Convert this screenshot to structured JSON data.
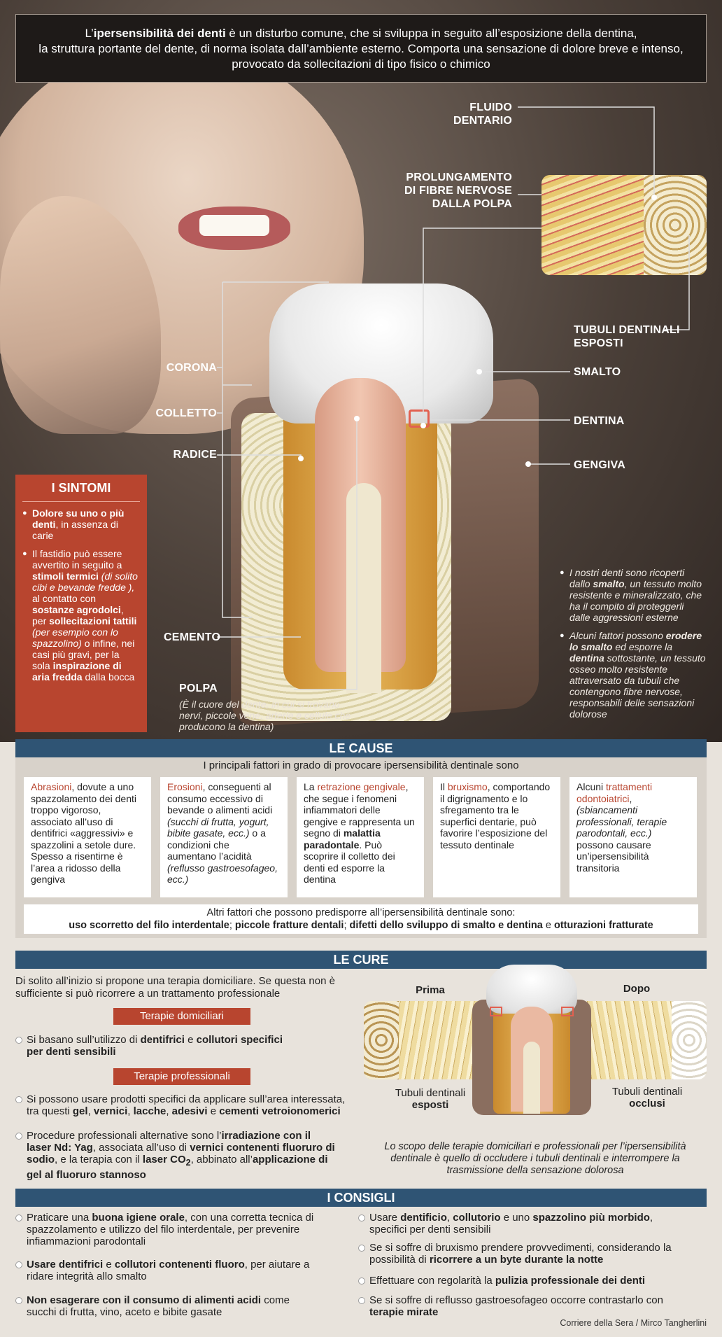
{
  "intro": {
    "l1_a": "L’",
    "l1_b": "ipersensibilità dei denti",
    "l1_c": " è un disturbo comune, che si sviluppa in seguito all’esposizione della dentina,",
    "l2": "la struttura portante del dente, di norma isolata dall’ambiente esterno. Comporta una sensazione di dolore breve e intenso,",
    "l3": "provocato da sollecitazioni di tipo fisico o chimico"
  },
  "labels": {
    "fluido_1": "FLUIDO",
    "fluido_2": "DENTARIO",
    "prolung_1": "PROLUNGAMENTO",
    "prolung_2": "DI FIBRE NERVOSE",
    "prolung_3": "DALLA POLPA",
    "tubuli_1": "TUBULI DENTINALI",
    "tubuli_2": "ESPOSTI",
    "smalto": "SMALTO",
    "dentina": "DENTINA",
    "gengiva": "GENGIVA",
    "corona": "CORONA",
    "colletto": "COLLETTO",
    "radice": "RADICE",
    "cemento": "CEMENTO",
    "polpa": "POLPA",
    "polpa_note": "(È il cuore del dente, in cui si trovano nervi, piccole vene, arterie e cellule che producono la dentina)"
  },
  "sintomi": {
    "title": "I SINTOMI",
    "p1_b": "Dolore su uno o più denti",
    "p1_t": ", in assenza di carie",
    "p2_a": "Il fastidio può essere avvertito in seguito a ",
    "p2_b": "stimoli termici",
    "p2_c": " (di solito cibi e bevande fredde ),",
    "p2_d": " al contatto con ",
    "p2_e": "sostanze agrodolci",
    "p2_f": ", per ",
    "p2_g": "sollecitazioni tattili",
    "p2_h": " (per esempio con lo spazzolino)",
    "p2_i": " o infine, nei casi più gravi, per la sola ",
    "p2_j": "inspirazione di aria fredda",
    "p2_k": " dalla bocca"
  },
  "smalto_note": {
    "p1_a": "I nostri denti sono ricoperti dallo ",
    "p1_b": "smalto",
    "p1_c": ", un tessuto molto resistente e mineralizzato, che ha il compito di proteggerli dalle aggressioni esterne",
    "p2_a": "Alcuni fattori possono ",
    "p2_b": "erodere lo smalto",
    "p2_c": " ed esporre la ",
    "p2_d": "dentina",
    "p2_e": " sottostante, un tessuto osseo molto resistente attraversato da tubuli che contengono fibre nervose, responsabili delle sensazioni dolorose"
  },
  "cause": {
    "title": "LE CAUSE",
    "subtitle": "I principali fattori in grado di provocare ipersensibilità dentinale sono",
    "c1_r": "Abrasioni",
    "c1_t": ", dovute a uno spazzolamento dei denti troppo vigoroso, associato all’uso di dentifrici «aggressivi» e spazzolini a setole dure. Spesso a risentirne è l’area a ridosso della gengiva",
    "c2_r": "Erosioni",
    "c2_t": ", conseguenti al consumo eccessivo di bevande o alimenti acidi ",
    "c2_i": "(succhi di frutta, yogurt, bibite gasate, ecc.)",
    "c2_t2": " o a condizioni che aumentano l’acidità ",
    "c2_i2": "(reflusso gastroesofageo, ecc.)",
    "c3_a": "La ",
    "c3_r": "retrazione gengivale",
    "c3_t": ", che segue i fenomeni infiammatori delle gengive e rappresenta un segno di ",
    "c3_b": "malattia paradontale",
    "c3_t2": ". Può scoprire il colletto dei denti ed esporre la dentina",
    "c4_a": "Il ",
    "c4_r": "bruxismo",
    "c4_t": ", comportando il digrignamento e lo sfregamento tra le superfici dentarie, può favorire l’esposizione del tessuto dentinale",
    "c5_a": "Alcuni ",
    "c5_r": "trattamenti odontoiatrici",
    "c5_t": ", ",
    "c5_i": "(sbiancamenti professionali, terapie parodontali, ecc.)",
    "c5_t2": " possono causare un’ipersensibilità transitoria",
    "other_1": "Altri fattori che possono predisporre all’ipersensibilità dentinale sono:",
    "other_b1": "uso scorretto del filo interdentale",
    "other_s1": "; ",
    "other_b2": "piccole fratture dentali",
    "other_s2": "; ",
    "other_b3": "difetti dello sviluppo di smalto e dentina",
    "other_s3": " e ",
    "other_b4": "otturazioni fratturate"
  },
  "cure": {
    "title": "LE CURE",
    "intro": "Di solito all’inizio si propone una terapia domiciliare. Se questa non è sufficiente si può ricorrere a un trattamento professionale",
    "pill_home": "Terapie domiciliari",
    "home_a": "Si basano sull’utilizzo di ",
    "home_b1": "dentifrici",
    "home_c": " e ",
    "home_b2": "collutori specifici per denti sensibili",
    "pill_pro": "Terapie professionali",
    "pro1_a": "Si possono usare prodotti specifici da applicare sull’area interessata, tra questi ",
    "pro1_b1": "gel",
    "pro1_s1": ", ",
    "pro1_b2": "vernici",
    "pro1_s2": ", ",
    "pro1_b3": "lacche",
    "pro1_s3": ", ",
    "pro1_b4": "adesivi",
    "pro1_s4": " e ",
    "pro1_b5": "cementi vetroionomerici",
    "pro2_a": "Procedure professionali alternative sono l’",
    "pro2_b1": "irradiazione con il laser Nd: Yag",
    "pro2_c": ", associata all’uso di ",
    "pro2_b2": "vernici contenenti fluoruro di sodio",
    "pro2_d": ", e la terapia con il ",
    "pro2_b3": "laser CO",
    "pro2_sub": "2",
    "pro2_e": ", abbinato all’",
    "pro2_b4": "applicazione di gel al fluoruro stannoso",
    "prima": "Prima",
    "dopo": "Dopo",
    "tub_esp_1": "Tubuli dentinali",
    "tub_esp_2": "esposti",
    "tub_occ_1": "Tubuli dentinali",
    "tub_occ_2": "occlusi",
    "goal": "Lo scopo delle terapie domiciliari e professionali per l’ipersensibilità dentinale è quello di occludere i tubuli dentinali e interrompere la trasmissione della sensazione dolorosa"
  },
  "consigli": {
    "title": "I CONSIGLI",
    "l1_a": "Praticare una ",
    "l1_b": "buona igiene orale",
    "l1_c": ", con una corretta tecnica di spazzolamento e utilizzo del filo interdentale, per prevenire infiammazioni parodontali",
    "l2_b": "Usare dentifrici",
    "l2_c": " e ",
    "l2_b2": "collutori contenenti fluoro",
    "l2_d": ", per aiutare a ridare integrità allo smalto",
    "l3_b": "Non esagerare con il consumo di alimenti acidi",
    "l3_c": " come succhi di frutta, vino, aceto e bibite gasate",
    "r1_a": "Usare ",
    "r1_b1": "dentificio",
    "r1_s1": ", ",
    "r1_b2": "collutorio",
    "r1_s2": " e uno ",
    "r1_b3": "spazzolino più morbido",
    "r1_c": ", specifici per denti sensibili",
    "r2_a": "Se si soffre di bruxismo prendere provvedimenti, considerando la possibilità di ",
    "r2_b": "ricorrere a un byte durante la notte",
    "r3_a": "Effettuare con regolarità la ",
    "r3_b": "pulizia professionale dei denti",
    "r4_a": "Se si soffre di reflusso gastroesofageo occorre contrastarlo con ",
    "r4_b": "terapie mirate"
  },
  "credit": "Corriere della Sera / Mirco Tangherlini",
  "colors": {
    "accent_red": "#b8452f",
    "section_blue": "#2f5474"
  }
}
